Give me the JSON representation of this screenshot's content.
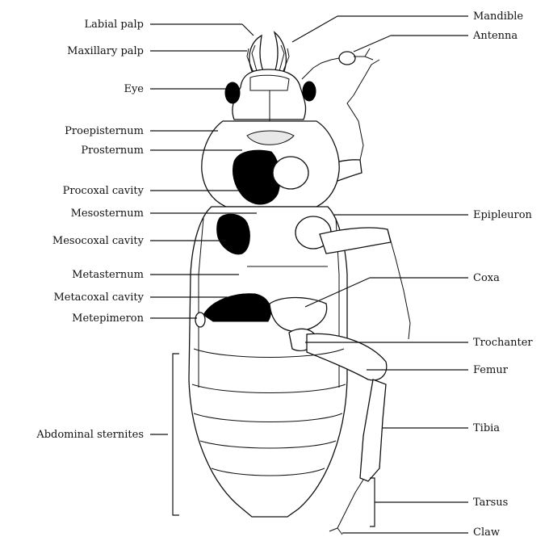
{
  "diagram": {
    "labels_left": {
      "labial_palp": "Labial palp",
      "maxillary_palp": "Maxillary palp",
      "eye": "Eye",
      "proepisternum": "Proepisternum",
      "prosternum": "Prosternum",
      "procoxal_cavity": "Procoxal cavity",
      "mesosternum": "Mesosternum",
      "mesocoxal_cavity": "Mesocoxal cavity",
      "metasternum": "Metasternum",
      "metacoxal_cavity": "Metacoxal cavity",
      "metepimeron": "Metepimeron",
      "abdominal_sternites": "Abdominal  sternites"
    },
    "labels_right": {
      "mandible": "Mandible",
      "antenna": "Antenna",
      "epipleuron": "Epipleuron",
      "coxa": "Coxa",
      "trochanter": "Trochanter",
      "femur": "Femur",
      "tibia": "Tibia",
      "tarsus": "Tarsus",
      "claw": "Claw"
    },
    "colors": {
      "ink": "#111111",
      "cavity_fill": "#000000",
      "background": "#ffffff"
    }
  }
}
